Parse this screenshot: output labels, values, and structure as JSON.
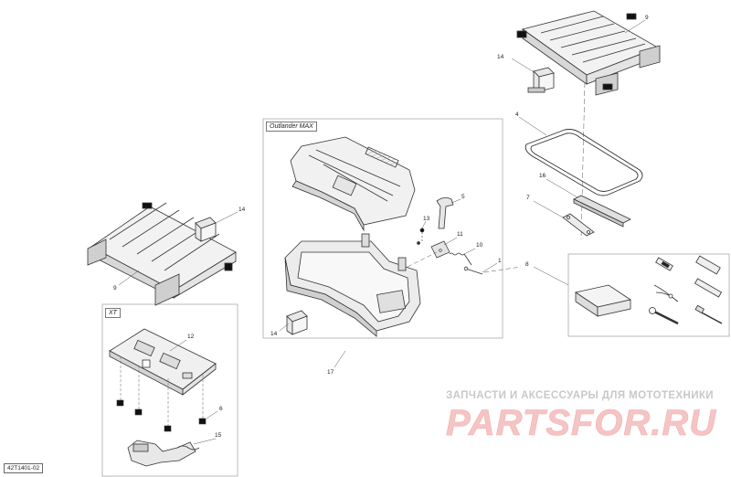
{
  "diagram": {
    "frames": {
      "outlander_max": "Outlander MAX",
      "xt": "XT"
    },
    "callouts": [
      {
        "id": "c9a",
        "text": "9"
      },
      {
        "id": "c14a",
        "text": "14"
      },
      {
        "id": "c4",
        "text": "4"
      },
      {
        "id": "c16",
        "text": "16"
      },
      {
        "id": "c7",
        "text": "7"
      },
      {
        "id": "c8",
        "text": "8"
      },
      {
        "id": "c5",
        "text": "5"
      },
      {
        "id": "c13",
        "text": "13"
      },
      {
        "id": "c11",
        "text": "11"
      },
      {
        "id": "c10",
        "text": "10"
      },
      {
        "id": "c1",
        "text": "1"
      },
      {
        "id": "c14b",
        "text": "14"
      },
      {
        "id": "c17",
        "text": "17"
      },
      {
        "id": "c14c",
        "text": "14"
      },
      {
        "id": "c9b",
        "text": "9"
      },
      {
        "id": "c12",
        "text": "12"
      },
      {
        "id": "c6",
        "text": "6"
      },
      {
        "id": "c15",
        "text": "15"
      }
    ],
    "doc_code": "42T1401-02"
  },
  "watermark": {
    "line1": "ЗАПЧАСТИ И АКСЕССУАРЫ ДЛЯ МОТОТЕХНИКИ",
    "logo": "PARTSFOR.RU"
  }
}
